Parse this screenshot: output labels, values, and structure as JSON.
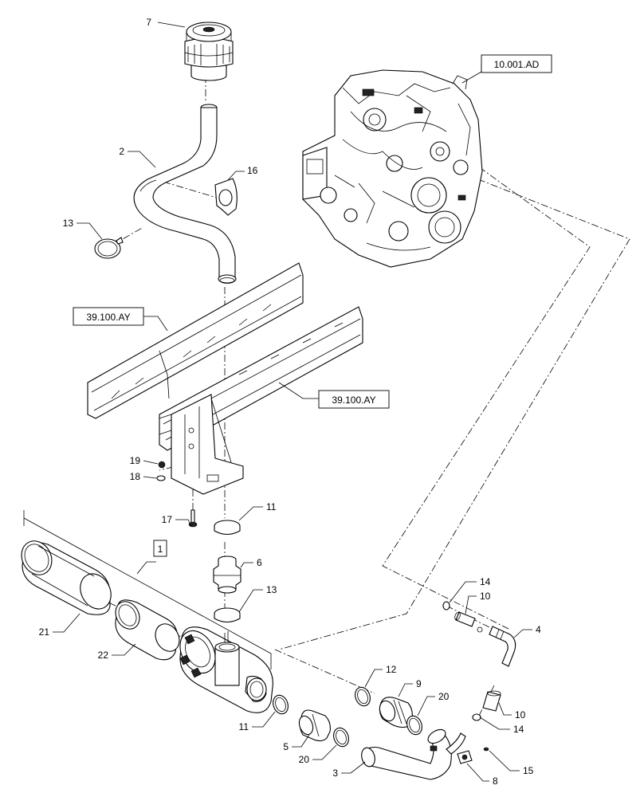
{
  "callouts": {
    "c7": "7",
    "c2": "2",
    "c16": "16",
    "c13a": "13",
    "c19": "19",
    "c18": "18",
    "c17": "17",
    "c11a": "11",
    "c6": "6",
    "c13b": "13",
    "c1": "1",
    "c21": "21",
    "c22": "22",
    "c14a": "14",
    "c10a": "10",
    "c4": "4",
    "c12": "12",
    "c9": "9",
    "c20a": "20",
    "c10b": "10",
    "c14b": "14",
    "c11b": "11",
    "c5": "5",
    "c20b": "20",
    "c3": "3",
    "c8": "8",
    "c15": "15"
  },
  "references": {
    "engine": "10.001.AD",
    "frame_upper": "39.100.AY",
    "frame_lower": "39.100.AY"
  }
}
